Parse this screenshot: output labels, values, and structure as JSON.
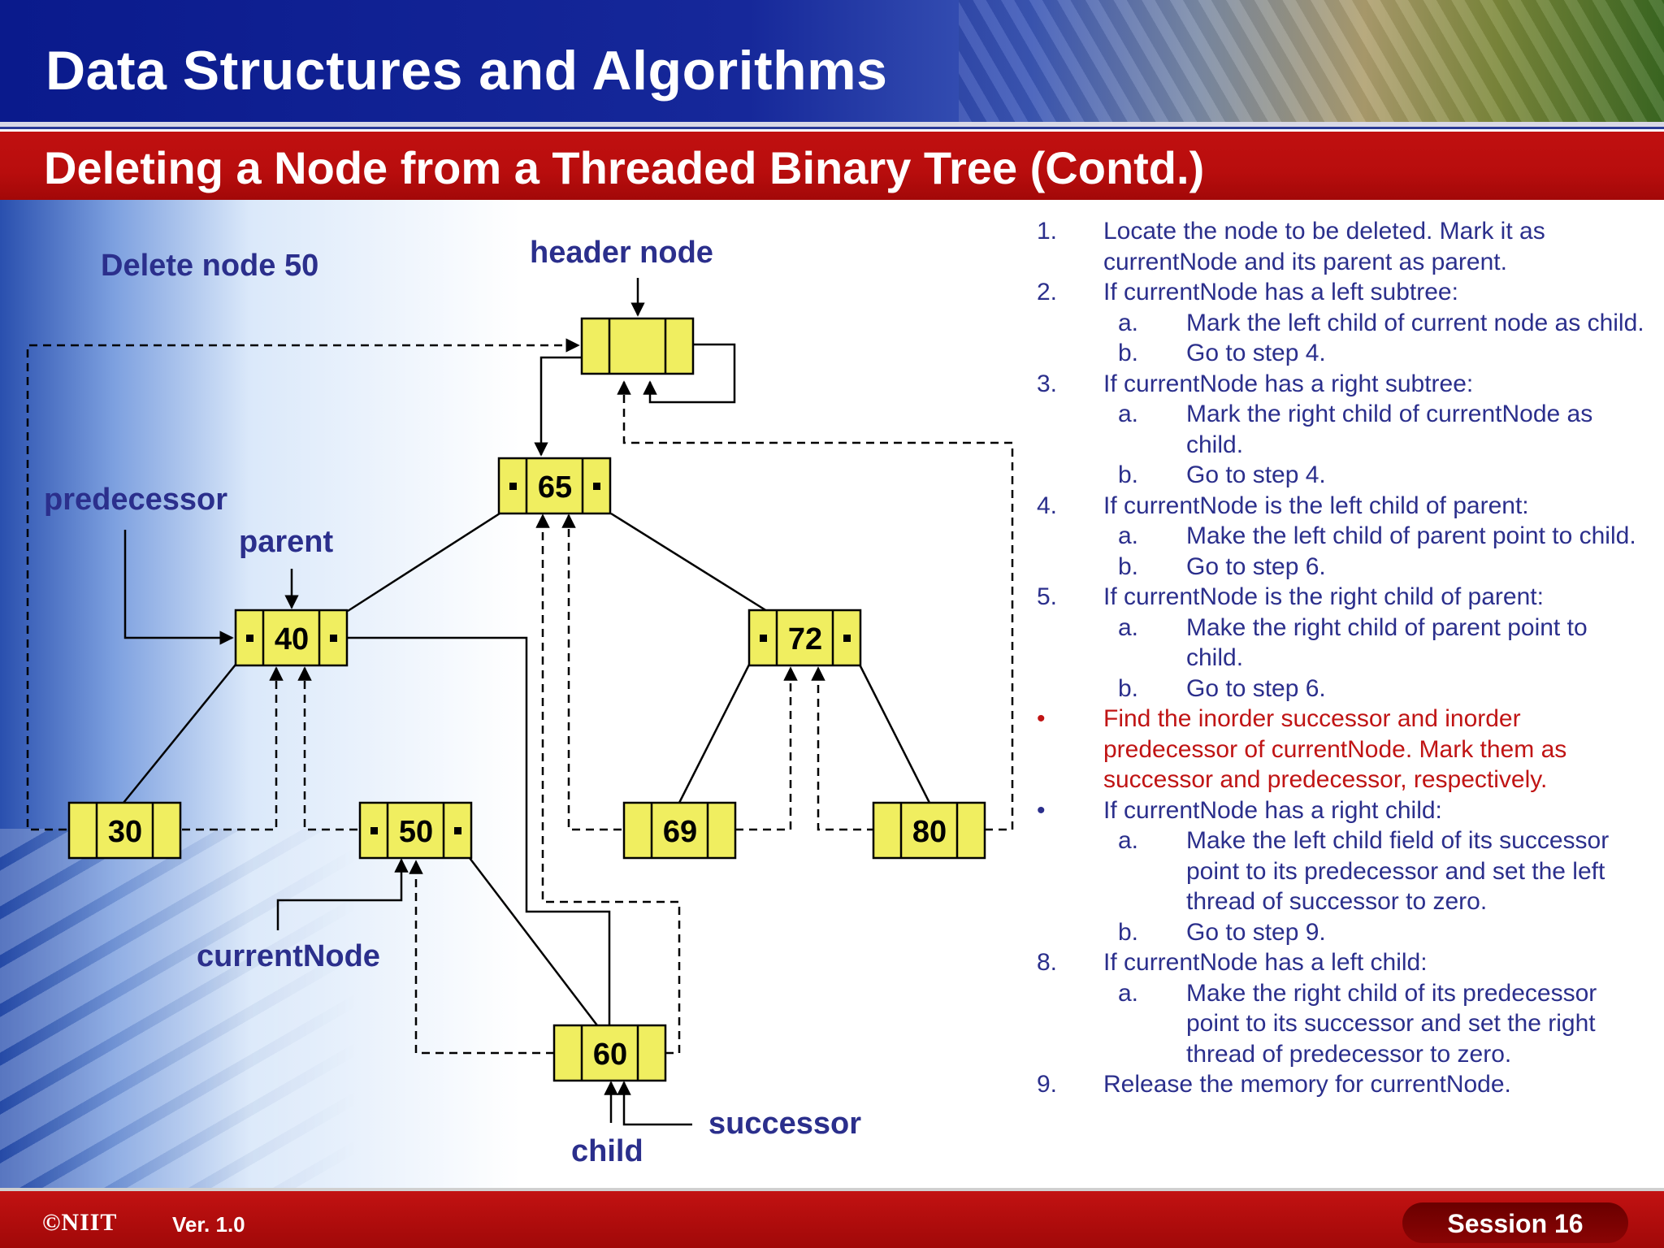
{
  "header": {
    "title": "Data Structures and Algorithms",
    "subtitle": "Deleting a Node from a Threaded Binary Tree (Contd.)"
  },
  "diagram": {
    "caption": "Delete node 50",
    "labels": {
      "header_node": "header node",
      "predecessor": "predecessor",
      "parent": "parent",
      "current_node": "currentNode",
      "successor": "successor",
      "child": "child"
    },
    "nodes": {
      "n65": "65",
      "n40": "40",
      "n72": "72",
      "n30": "30",
      "n50": "50",
      "n69": "69",
      "n80": "80",
      "n60": "60"
    }
  },
  "steps": [
    {
      "num": "1.",
      "text": "Locate the node to be deleted. Mark it as currentNode and its parent as parent.",
      "level": 0,
      "highlight": false
    },
    {
      "num": "2.",
      "text": "If currentNode has a left subtree:",
      "level": 0,
      "highlight": false
    },
    {
      "num": "a.",
      "text": "Mark the left child of current node as child.",
      "level": 1,
      "highlight": false
    },
    {
      "num": "b.",
      "text": "Go to step 4.",
      "level": 1,
      "highlight": false
    },
    {
      "num": "3.",
      "text": "If currentNode has a right subtree:",
      "level": 0,
      "highlight": false
    },
    {
      "num": "a.",
      "text": "Mark the right child of currentNode as child.",
      "level": 1,
      "highlight": false
    },
    {
      "num": "b.",
      "text": "Go to step 4.",
      "level": 1,
      "highlight": false
    },
    {
      "num": "4.",
      "text": "If currentNode is the left child of parent:",
      "level": 0,
      "highlight": false
    },
    {
      "num": "a.",
      "text": "Make the left child of parent point to child.",
      "level": 1,
      "highlight": false
    },
    {
      "num": "b.",
      "text": "Go to step 6.",
      "level": 1,
      "highlight": false
    },
    {
      "num": "5.",
      "text": "If currentNode is the right child of parent:",
      "level": 0,
      "highlight": false
    },
    {
      "num": "a.",
      "text": "Make the right child of parent point to child.",
      "level": 1,
      "highlight": false
    },
    {
      "num": "b.",
      "text": "Go to step 6.",
      "level": 1,
      "highlight": false
    },
    {
      "num": "•",
      "text": "Find the inorder successor and inorder predecessor of currentNode. Mark them as successor and predecessor, respectively.",
      "level": 0,
      "highlight": true
    },
    {
      "num": "•",
      "text": "If currentNode has a right child:",
      "level": 0,
      "highlight": false
    },
    {
      "num": "a.",
      "text": "Make the left child field of its successor point to its predecessor and set the left thread of successor to zero.",
      "level": 1,
      "highlight": false
    },
    {
      "num": "b.",
      "text": "Go to step 9.",
      "level": 1,
      "highlight": false
    },
    {
      "num": "8.",
      "text": "If currentNode has a left child:",
      "level": 0,
      "highlight": false
    },
    {
      "num": "a.",
      "text": "Make the right child of its predecessor point to its successor and set the right thread of predecessor to zero.",
      "level": 1,
      "highlight": false
    },
    {
      "num": "9.",
      "text": "Release the memory for currentNode.",
      "level": 0,
      "highlight": false
    }
  ],
  "footer": {
    "logo": "©NIIT",
    "version": "Ver.  1.0",
    "session": "Session 16"
  },
  "colors": {
    "title_band": "#0a1a8c",
    "subtitle_band": "#c01010",
    "text_blue": "#2b2f8c",
    "text_red": "#c01414",
    "node_fill": "#f0ee60"
  }
}
